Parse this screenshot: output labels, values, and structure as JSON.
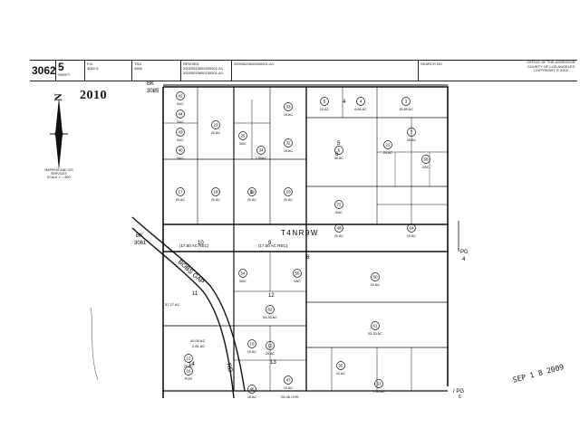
{
  "header": {
    "book": "3062",
    "page": "5",
    "sheet_label": "SHEET",
    "pa_label": "P.A.",
    "pa_value": "3062-5",
    "tra_label": "TRA",
    "tra_value": "4666",
    "revised_label": "REVISED",
    "revised_lines": [
      "20020519600200001-A1",
      "20030519600100001-A1"
    ],
    "doc_number": "20090629640650001-A1",
    "search_label": "SEARCH NO",
    "office_lines": [
      "OFFICE OF THE ASSESSOR",
      "COUNTY OF LOS ANGELES",
      "COPYRIGHT © 2002"
    ]
  },
  "compass": {
    "north_label": "N",
    "year": "2010"
  },
  "mapping_credit": [
    "MAPPING AND GIS",
    "SERVICES",
    "SCALE 1\" = 800'"
  ],
  "book_refs": {
    "top": "BK\n3085",
    "left": "BK\n3061"
  },
  "township": "T4NR9W",
  "road_label": "BOBS GAP",
  "road_label_2": "RD",
  "section_numbers": [
    "1",
    "4",
    "5",
    "6",
    "8",
    "9",
    "10",
    "11",
    "12",
    "13",
    "14"
  ],
  "page_ref": "PG\n4",
  "page_ref_bottom": "PG\n6",
  "stamp": "SEP 1 8 2009",
  "parcels": [
    {
      "num": "42",
      "area": "5AC"
    },
    {
      "num": "44",
      "area": "5AC"
    },
    {
      "num": "43",
      "area": "5AC"
    },
    {
      "num": "40",
      "area": "5AC"
    },
    {
      "num": "23",
      "area": "20 AC"
    },
    {
      "num": "33",
      "area": "10 AC"
    },
    {
      "num": "32",
      "area": "10 AC"
    },
    {
      "num": "26",
      "area": "5AC"
    },
    {
      "num": "34",
      "area": "2.50AC"
    },
    {
      "num": "5",
      "area": "10 AC"
    },
    {
      "num": "4",
      "area": "6.68 AC"
    },
    {
      "num": "3",
      "area": "15.89 AC"
    },
    {
      "num": "6",
      "area": "40.8C"
    },
    {
      "num": "7",
      "area": "15 AC"
    },
    {
      "num": "17",
      "area": "20 AC"
    },
    {
      "num": "18",
      "area": "20 AC"
    },
    {
      "num": "19",
      "area": "20 AC"
    },
    {
      "num": "20",
      "area": "20 AC"
    },
    {
      "num": "22",
      "area": "20 AC"
    },
    {
      "num": "68",
      "area": "5AC"
    },
    {
      "num": "72",
      "area": "5AC"
    },
    {
      "num": "48",
      "area": "20 AC"
    },
    {
      "num": "64",
      "area": "10 AC"
    },
    {
      "num": "60",
      "area": "10 AC"
    },
    {
      "num": "61",
      "area": "53.33 AC"
    },
    {
      "num": "62",
      "area": "53.33 AC"
    },
    {
      "num": "12",
      "area": "20 AC"
    },
    {
      "num": "13",
      "area": "20 AC"
    },
    {
      "num": "16",
      "area": "POR"
    },
    {
      "num": "15",
      "area": "10 AC"
    },
    {
      "num": "47",
      "area": "10 AC"
    },
    {
      "num": "46",
      "area": "15 AC"
    },
    {
      "num": "55",
      "area": "10 AC"
    },
    {
      "num": "53",
      "area": "7.50 AC"
    },
    {
      "num": "54",
      "area": "5AC"
    },
    {
      "num": "56",
      "area": "5AC"
    }
  ],
  "misc_text": [
    "40.00 AC",
    "2.81 AC",
    "37.27 AC",
    "(17.50 AC REC)",
    "(17.50 AC REC)",
    "26.36 CHS"
  ]
}
